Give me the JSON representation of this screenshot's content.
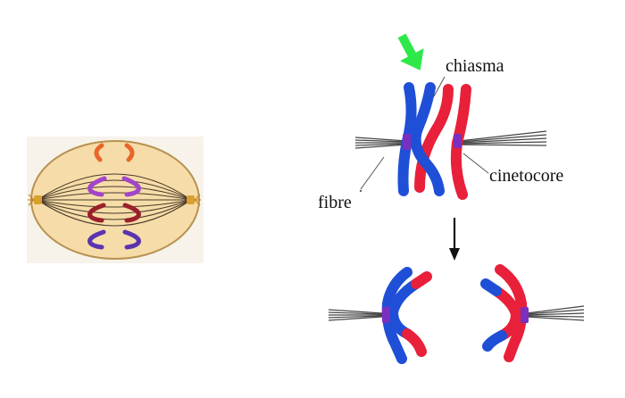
{
  "labels": {
    "chiasma": "chiasma",
    "cinetocore": "cinetocore",
    "fibre": "fibre"
  },
  "colors": {
    "cell_fill": "#f6dca8",
    "cell_border": "#b89250",
    "spindle": "#4a3b2a",
    "pole": "#d9a030",
    "pair_1": "#e8662a",
    "pair_2": "#a245c9",
    "pair_3": "#9b1f2a",
    "pair_4": "#5a34b0",
    "blue_chromatid": "#1f4fd6",
    "red_chromatid": "#e8203a",
    "centromere": "#7b2fbe",
    "fibre": "#444444",
    "arrow_green": "#2ee84a",
    "arrow_black": "#111111"
  },
  "icons": [
    "green-arrow-icon",
    "down-arrow-icon"
  ]
}
